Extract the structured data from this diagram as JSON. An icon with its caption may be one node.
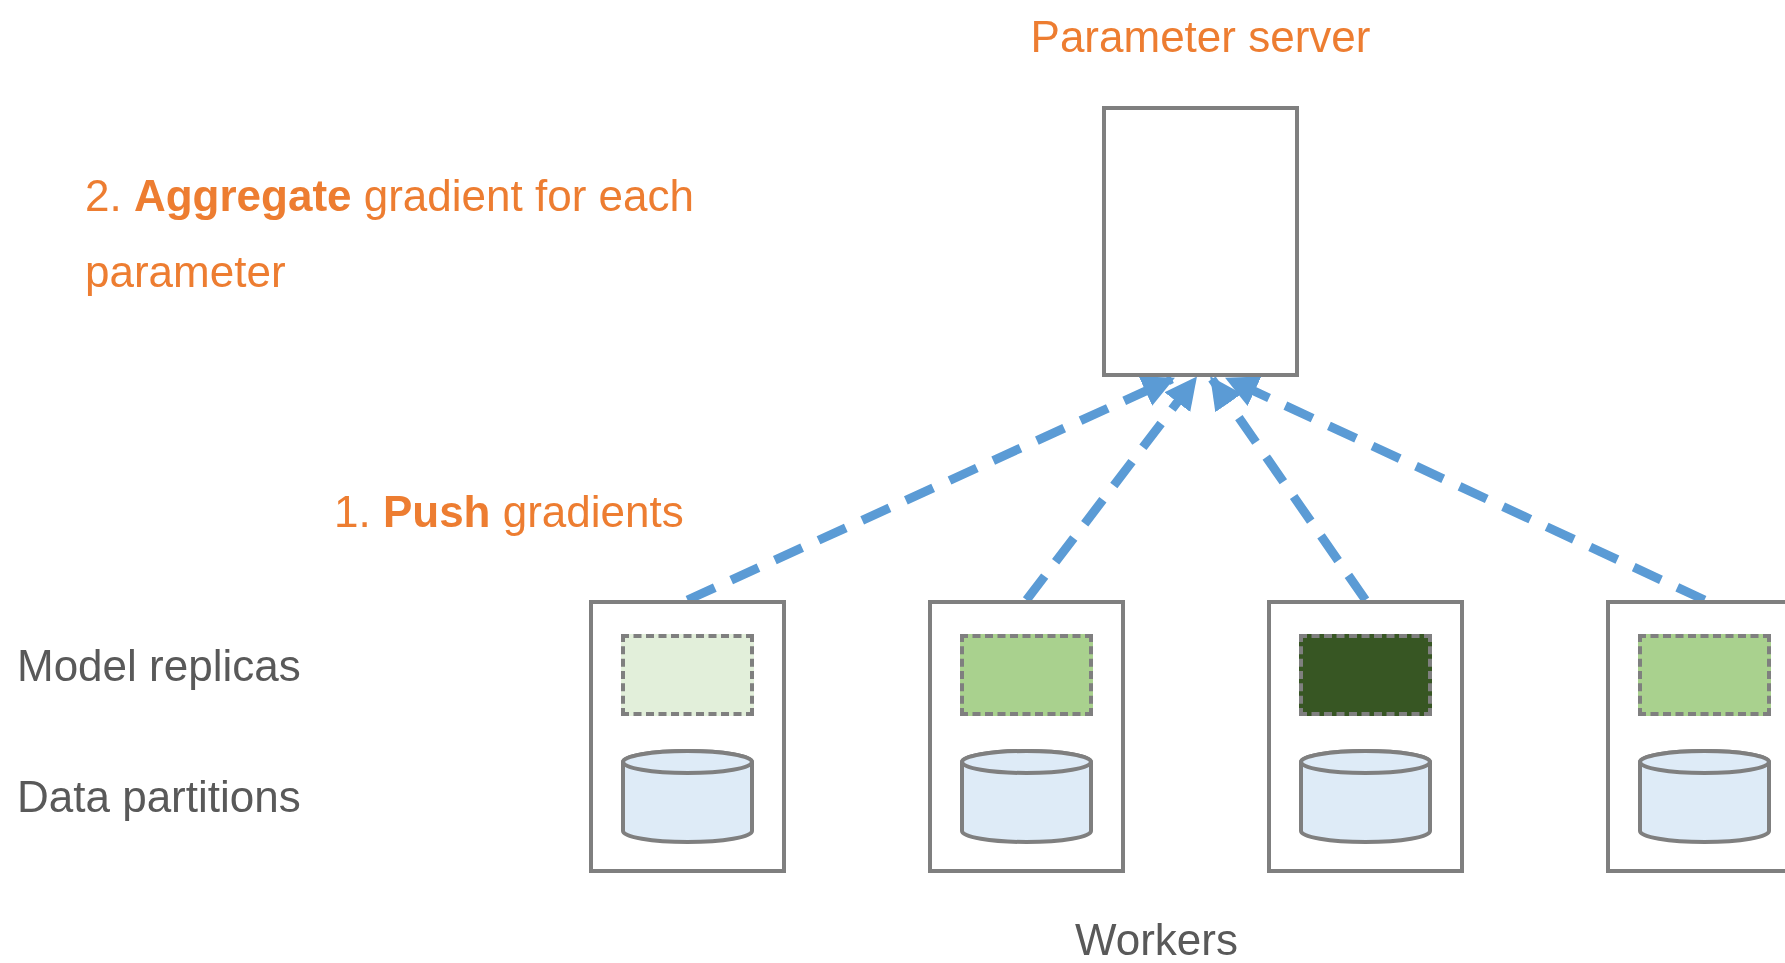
{
  "diagram": {
    "nodes": [
      {
        "text": [
          "Parameter server"
        ]
      },
      {
        "text": [],
        "shape": "box"
      },
      {
        "text": [],
        "shape": "box",
        "in": 1
      },
      {
        "text": [],
        "shape": "cylinder",
        "in": 1
      },
      {
        "text": [],
        "shape": "box"
      },
      {
        "text": [],
        "shape": "box",
        "in": 4
      },
      {
        "text": [],
        "shape": "cylinder",
        "in": 4
      },
      {
        "text": [],
        "shape": "box"
      },
      {
        "text": [],
        "shape": "box",
        "in": 7
      },
      {
        "text": [],
        "shape": "cylinder",
        "in": 7
      },
      {
        "text": [],
        "shape": "box"
      },
      {
        "text": [],
        "shape": "box",
        "in": 10
      },
      {
        "text": [],
        "shape": "cylinder",
        "in": 10
      }
    ],
    "edges": [
      {
        "from": 1,
        "to": 0,
        "arrow": "to",
        "style": "dashed"
      },
      {
        "from": 4,
        "to": 0,
        "arrow": "to",
        "style": "dashed"
      },
      {
        "from": 7,
        "to": 0,
        "arrow": "to",
        "style": "dashed"
      },
      {
        "from": 10,
        "to": 0,
        "arrow": "to",
        "style": "dashed"
      }
    ],
    "labels": [
      "2. **Aggregate** gradient for each parameter",
      "1. **Push** gradients",
      "Model replicas",
      "Data partitions",
      "Workers"
    ]
  }
}
